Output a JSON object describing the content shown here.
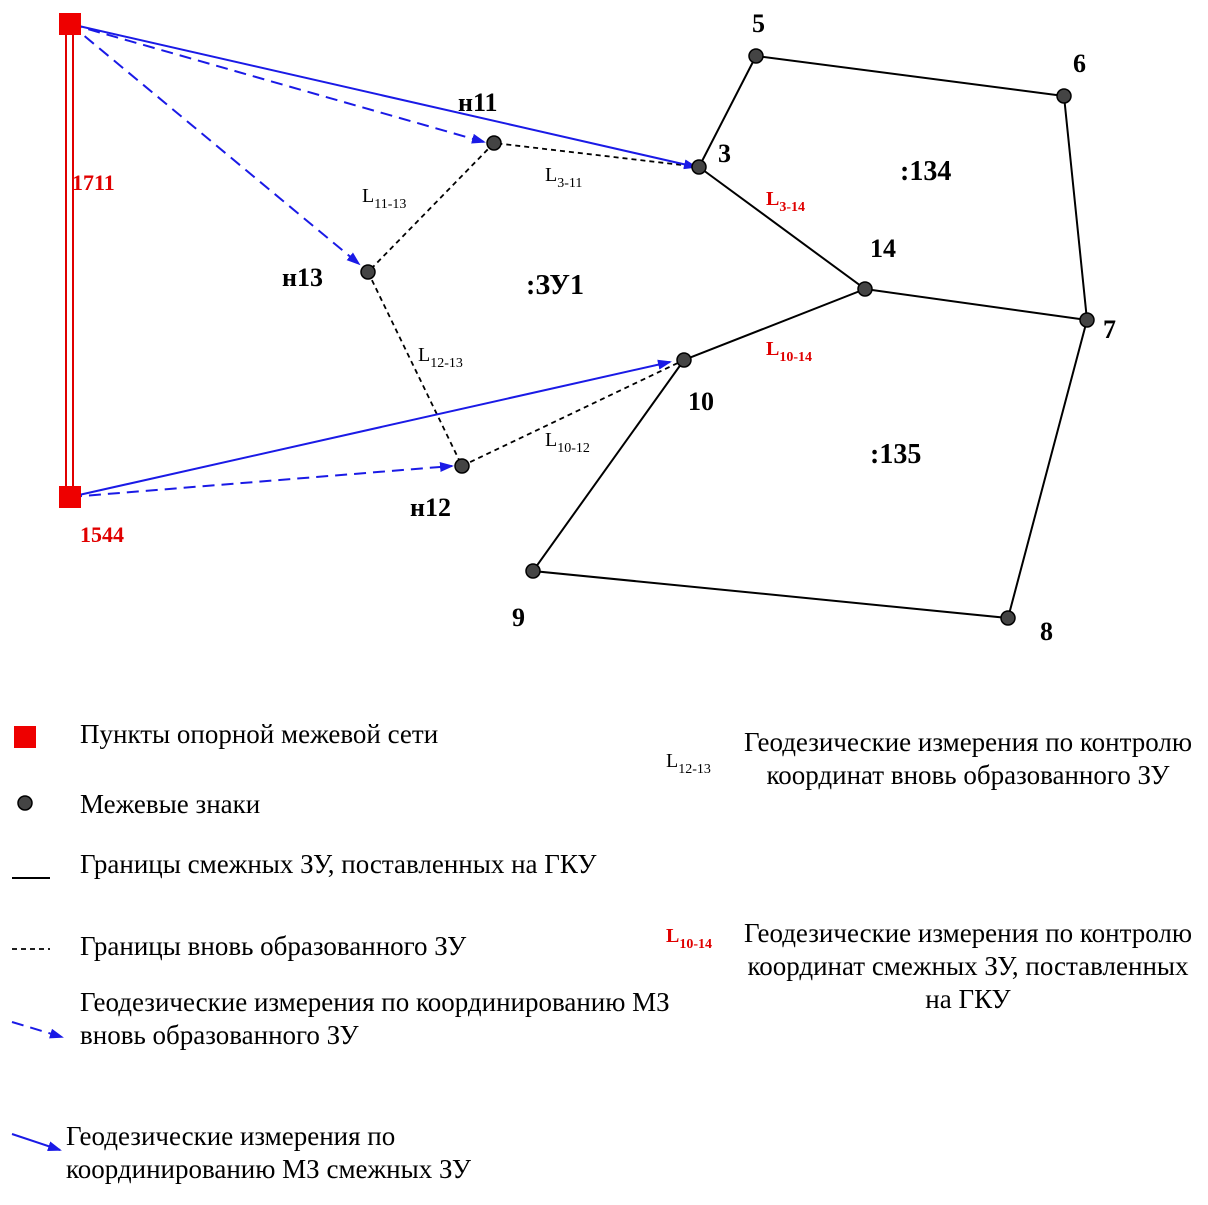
{
  "points": {
    "p5": "5",
    "p6": "6",
    "p3": "3",
    "p14": "14",
    "p7": "7",
    "p10": "10",
    "p9": "9",
    "p8": "8",
    "n11": "н11",
    "n13": "н13",
    "n12": "н12"
  },
  "base_points": {
    "b1711": "1711",
    "b1544": "1544"
  },
  "parcels": {
    "p134": ":134",
    "zu1": ":ЗУ1",
    "p135": ":135"
  },
  "control_labels": {
    "l11_13": {
      "main": "L",
      "sub": "11-13"
    },
    "l3_11": {
      "main": "L",
      "sub": "3-11"
    },
    "l12_13": {
      "main": "L",
      "sub": "12-13"
    },
    "l10_12": {
      "main": "L",
      "sub": "10-12"
    },
    "l3_14": {
      "main": "L",
      "sub": "3-14"
    },
    "l10_14": {
      "main": "L",
      "sub": "10-14"
    }
  },
  "legend": {
    "base_points": "Пункты опорной межевой сети",
    "markers": "Межевые знаки",
    "adjacent_boundaries": "Границы смежных ЗУ, поставленных на ГКУ",
    "new_boundaries": "Границы вновь образованного  ЗУ",
    "measure_new": "Геодезические измерения по координированию МЗ вновь образованного ЗУ",
    "measure_adjacent": "Геодезические измерения по координированию МЗ смежных ЗУ",
    "control_new_sym": {
      "main": "L",
      "sub": "12-13"
    },
    "control_new": "Геодезические измерения по контролю координат вновь образованного ЗУ",
    "control_adjacent_sym": {
      "main": "L",
      "sub": "10-14"
    },
    "control_adjacent": "Геодезические измерения по контролю координат смежных ЗУ, поставленных на ГКУ"
  },
  "colors": {
    "base": "#ee0000",
    "measure": "#1a1ae6",
    "marker": "#444444"
  }
}
